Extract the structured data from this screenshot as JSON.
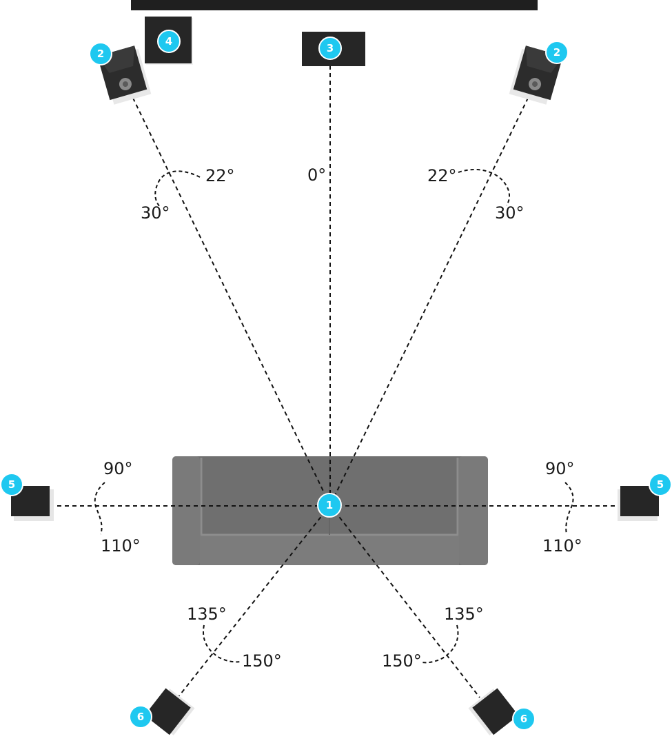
{
  "colors": {
    "badge": "#1ec8f0",
    "speaker": "#262626",
    "sofa": "#6f6f6f",
    "sofa_edge": "#8a8a8a",
    "screen": "#1f1f1f"
  },
  "badges": {
    "listener": "1",
    "front": "2",
    "center": "3",
    "subwoofer": "4",
    "side": "5",
    "rear": "6"
  },
  "angles": {
    "center": "0°",
    "front_left_inner": "22°",
    "front_left_outer": "30°",
    "front_right_inner": "22°",
    "front_right_outer": "30°",
    "side_left_top": "90°",
    "side_left_bottom": "110°",
    "side_right_top": "90°",
    "side_right_bottom": "110°",
    "rear_left_top": "135°",
    "rear_left_bottom": "150°",
    "rear_right_top": "135°",
    "rear_right_bottom": "150°"
  }
}
